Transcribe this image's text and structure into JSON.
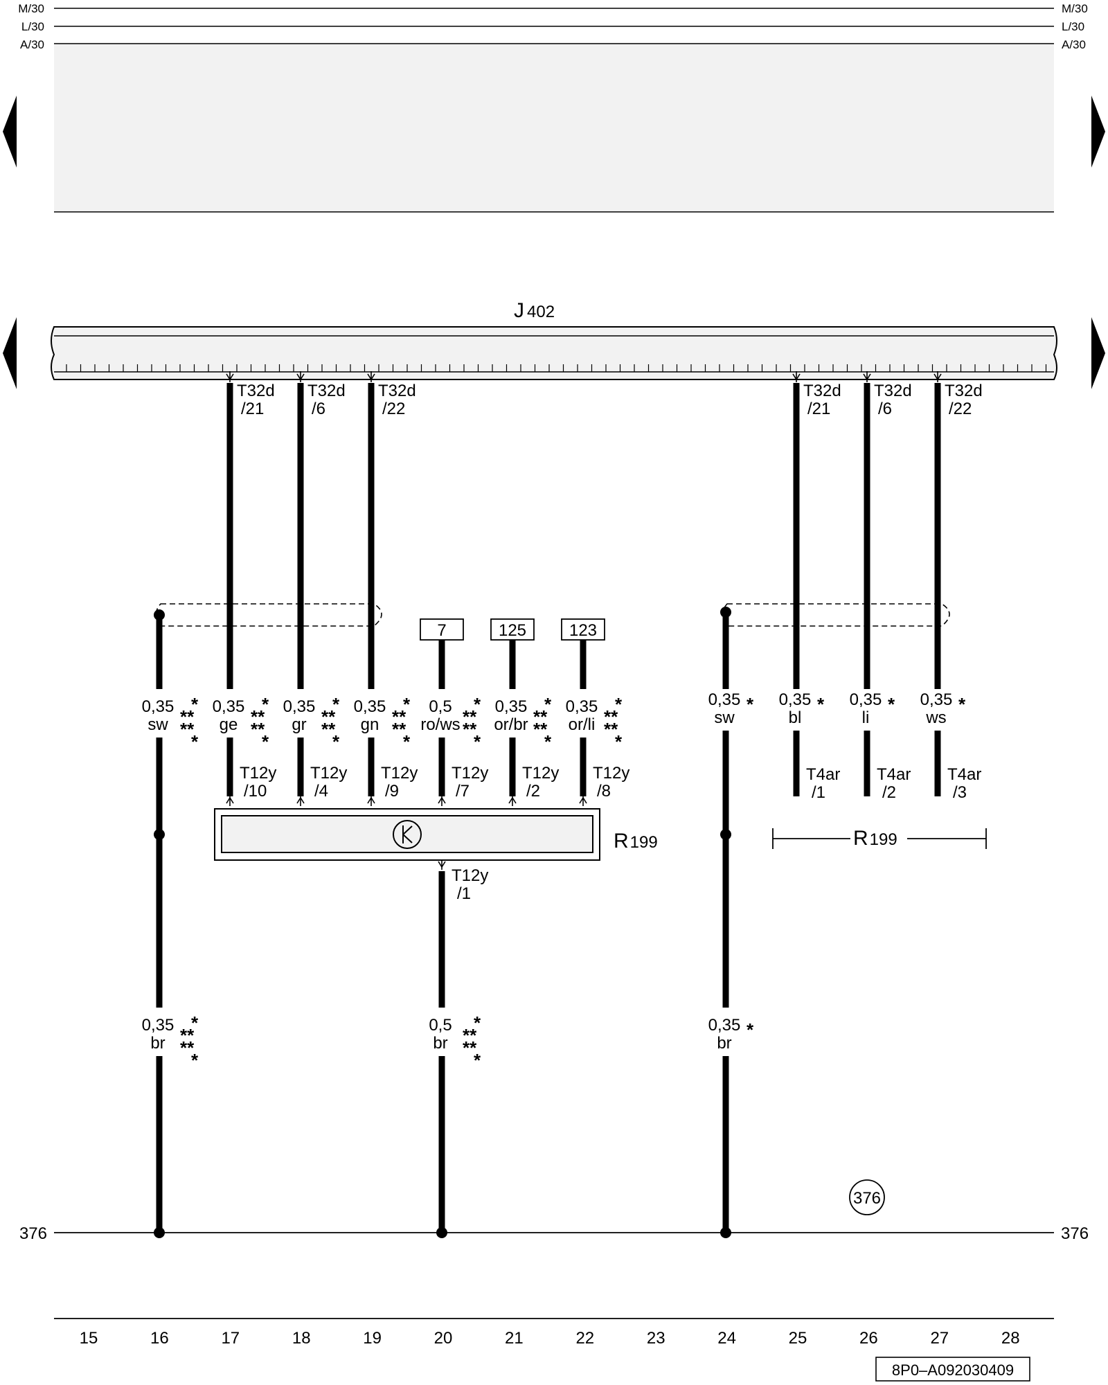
{
  "rails": [
    {
      "name": "M/30"
    },
    {
      "name": "L/30"
    },
    {
      "name": "A/30"
    }
  ],
  "ground_rail": {
    "label": "376",
    "ref": "376"
  },
  "components": {
    "j402": {
      "letter": "J",
      "number": "402"
    },
    "r199_left": {
      "letter": "R",
      "number": "199"
    },
    "r199_right": {
      "letter": "R",
      "number": "199"
    }
  },
  "upper_connectors": [
    {
      "name": "T32d",
      "pin": "/21"
    },
    {
      "name": "T32d",
      "pin": "/6"
    },
    {
      "name": "T32d",
      "pin": "/22"
    },
    {
      "name": "T32d",
      "pin": "/21"
    },
    {
      "name": "T32d",
      "pin": "/6"
    },
    {
      "name": "T32d",
      "pin": "/22"
    }
  ],
  "ref_boxes": [
    "7",
    "125",
    "123"
  ],
  "wire_labels": [
    {
      "size": "0,35",
      "color": "sw",
      "stars": "3"
    },
    {
      "size": "0,35",
      "color": "ge",
      "stars": "3"
    },
    {
      "size": "0,35",
      "color": "gr",
      "stars": "3"
    },
    {
      "size": "0,35",
      "color": "gn",
      "stars": "3"
    },
    {
      "size": "0,5",
      "color": "ro/ws",
      "stars": "3"
    },
    {
      "size": "0,35",
      "color": "or/br",
      "stars": "3"
    },
    {
      "size": "0,35",
      "color": "or/li",
      "stars": "3"
    },
    {
      "size": "0,35",
      "color": "sw",
      "stars": "1"
    },
    {
      "size": "0,35",
      "color": "bl",
      "stars": "1"
    },
    {
      "size": "0,35",
      "color": "li",
      "stars": "1"
    },
    {
      "size": "0,35",
      "color": "ws",
      "stars": "1"
    }
  ],
  "lower_connectors": [
    {
      "name": "T12y",
      "pin": "/10"
    },
    {
      "name": "T12y",
      "pin": "/4"
    },
    {
      "name": "T12y",
      "pin": "/9"
    },
    {
      "name": "T12y",
      "pin": "/7"
    },
    {
      "name": "T12y",
      "pin": "/2"
    },
    {
      "name": "T12y",
      "pin": "/8"
    },
    {
      "name": "T4ar",
      "pin": "/1"
    },
    {
      "name": "T4ar",
      "pin": "/2"
    },
    {
      "name": "T4ar",
      "pin": "/3"
    },
    {
      "name": "T12y",
      "pin": "/1"
    }
  ],
  "ground_wire_labels": [
    {
      "size": "0,35",
      "color": "br",
      "stars": "3"
    },
    {
      "size": "0,5",
      "color": "br",
      "stars": "3"
    },
    {
      "size": "0,35",
      "color": "br",
      "stars": "1"
    }
  ],
  "column_numbers": [
    "15",
    "16",
    "17",
    "18",
    "19",
    "20",
    "21",
    "22",
    "23",
    "24",
    "25",
    "26",
    "27",
    "28"
  ],
  "figure_code": "8P0–A092030409",
  "colors": {
    "line": "#000000",
    "shade": "#f2f2f2",
    "component_fill": "#f2f2f2"
  }
}
